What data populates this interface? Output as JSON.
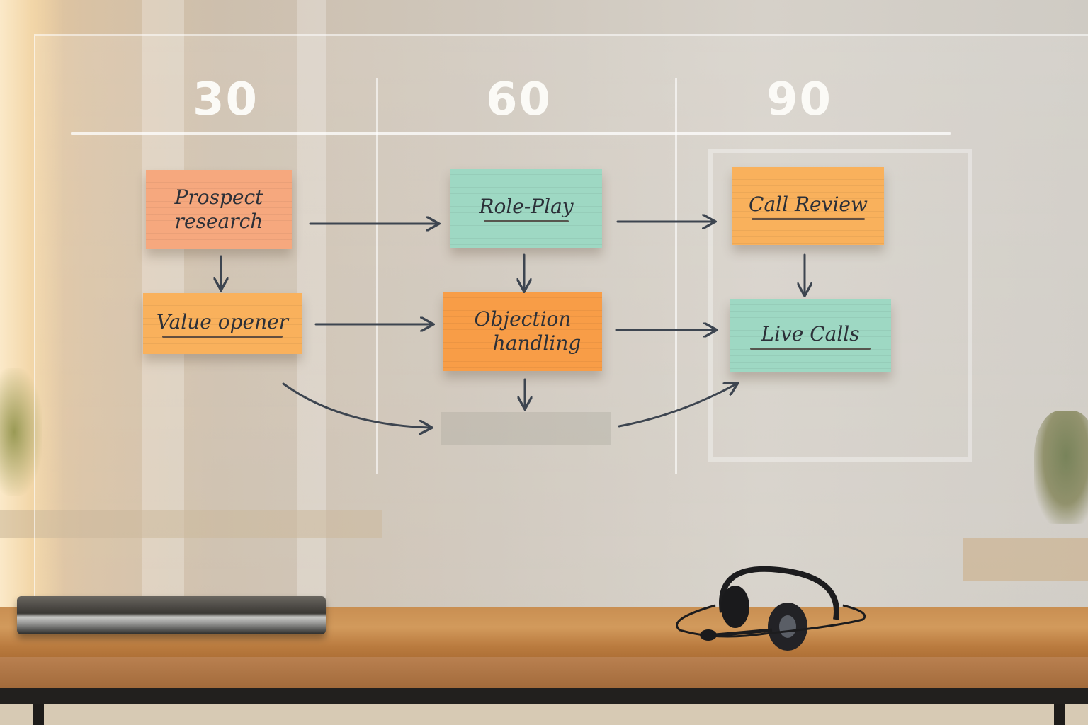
{
  "scene": {
    "description": "Glass whiteboard with a 30-60-90 day sales onboarding plan using sticky notes, desk with closed laptop and headset in front",
    "colors": {
      "salmon_note": "#f6a87e",
      "orange_note": "#f9b15c",
      "deep_orange_note": "#f89d47",
      "mint_note": "#9ed8c3",
      "marker": "#3d4550",
      "chalk": "#fbfaf6",
      "desk_wood": "#c98f52"
    }
  },
  "board": {
    "columns": [
      {
        "label": "30"
      },
      {
        "label": "60"
      },
      {
        "label": "90"
      }
    ],
    "notes": [
      {
        "id": "prospect-research",
        "column": "30",
        "text_line1": "Prospect",
        "text_line2": "research",
        "color": "salmon",
        "underlined": false
      },
      {
        "id": "value-opener",
        "column": "30",
        "text_line1": "Value opener",
        "color": "orange",
        "underlined": true
      },
      {
        "id": "role-play",
        "column": "60",
        "text_line1": "Role-Play",
        "color": "mint",
        "underlined": true
      },
      {
        "id": "objection-handling",
        "column": "60",
        "text_line1": "Objection",
        "text_line2": "handling",
        "color": "deep-orange",
        "underlined": false
      },
      {
        "id": "blank-note",
        "column": "60",
        "text_line1": "",
        "color": "faded-gray",
        "underlined": false
      },
      {
        "id": "call-review",
        "column": "90",
        "text_line1": "Call Review",
        "color": "orange",
        "underlined": true
      },
      {
        "id": "live-calls",
        "column": "90",
        "text_line1": "Live Calls",
        "color": "mint",
        "underlined": true
      }
    ],
    "arrows": [
      {
        "from": "prospect-research",
        "to": "role-play"
      },
      {
        "from": "role-play",
        "to": "call-review"
      },
      {
        "from": "prospect-research",
        "to": "value-opener"
      },
      {
        "from": "role-play",
        "to": "objection-handling"
      },
      {
        "from": "call-review",
        "to": "live-calls"
      },
      {
        "from": "value-opener",
        "to": "objection-handling"
      },
      {
        "from": "objection-handling",
        "to": "live-calls"
      },
      {
        "from": "objection-handling",
        "to": "blank-note"
      },
      {
        "from": "value-opener",
        "to": "blank-note",
        "curved": true
      },
      {
        "from": "blank-note",
        "to": "live-calls",
        "curved": true
      }
    ]
  },
  "desk": {
    "items": [
      "closed laptop",
      "headset with microphone"
    ]
  }
}
